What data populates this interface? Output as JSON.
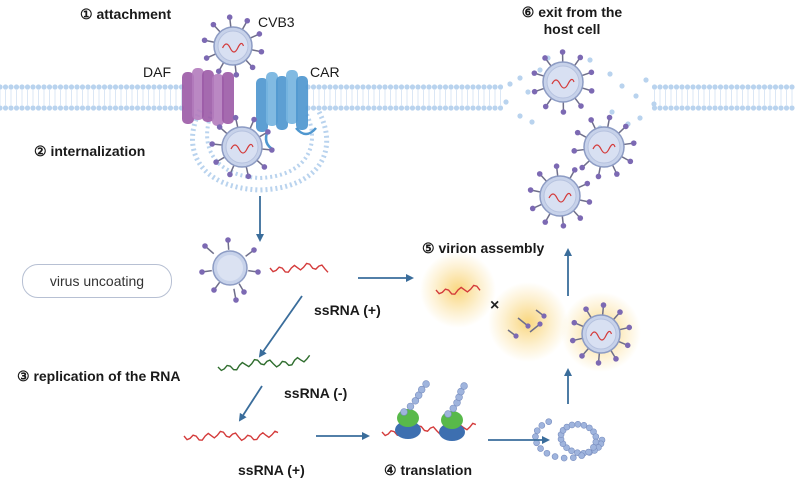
{
  "labels": {
    "attachment": "① attachment",
    "cvb3": "CVB3",
    "daf": "DAF",
    "car": "CAR",
    "internalization": "② internalization",
    "exit": "⑥ exit from the host cell",
    "virion_assembly": "⑤ virion assembly",
    "virus_uncoating": "virus uncoating",
    "ssrna_plus_1": "ssRNA (+)",
    "replication": "③ replication of the RNA",
    "ssrna_minus": "ssRNA (-)",
    "ssrna_plus_2": "ssRNA (+)",
    "translation": "④ translation"
  },
  "colors": {
    "membrane": "#b9d3ee",
    "capsid": "#c7d2ea",
    "capsid_outline": "#8d9cc4",
    "spike": "#7c69b3",
    "rna_plus": "#d43b3b",
    "rna_minus": "#2f6d2e",
    "arrow": "#3a6d9b",
    "daf": "#9b5aa6",
    "car": "#4f97cf",
    "glow": "#f9d57a",
    "ribosome_large": "#58b94a",
    "ribosome_small": "#3d6fb0",
    "polypeptide": "#9fb4dd"
  },
  "icons": [
    "virus-icon",
    "daf-receptor-icon",
    "car-receptor-icon",
    "rna-strand-icon",
    "ribosome-icon",
    "polypeptide-icon",
    "assembly-glow-icon"
  ]
}
